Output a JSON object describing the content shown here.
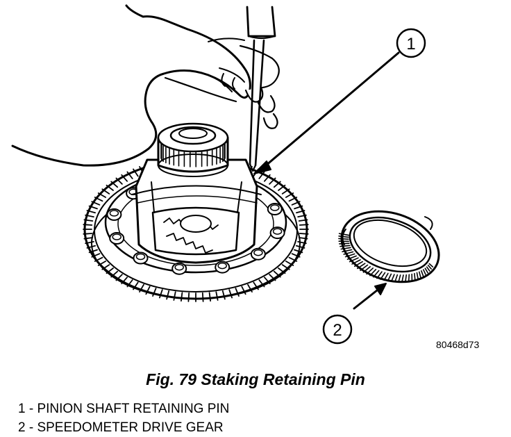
{
  "figure": {
    "callouts": [
      "1",
      "2"
    ],
    "image_code": "80468d73"
  },
  "caption": "Fig. 79 Staking Retaining Pin",
  "legend": [
    "1 - PINION SHAFT RETAINING PIN",
    "2 - SPEEDOMETER DRIVE GEAR"
  ]
}
